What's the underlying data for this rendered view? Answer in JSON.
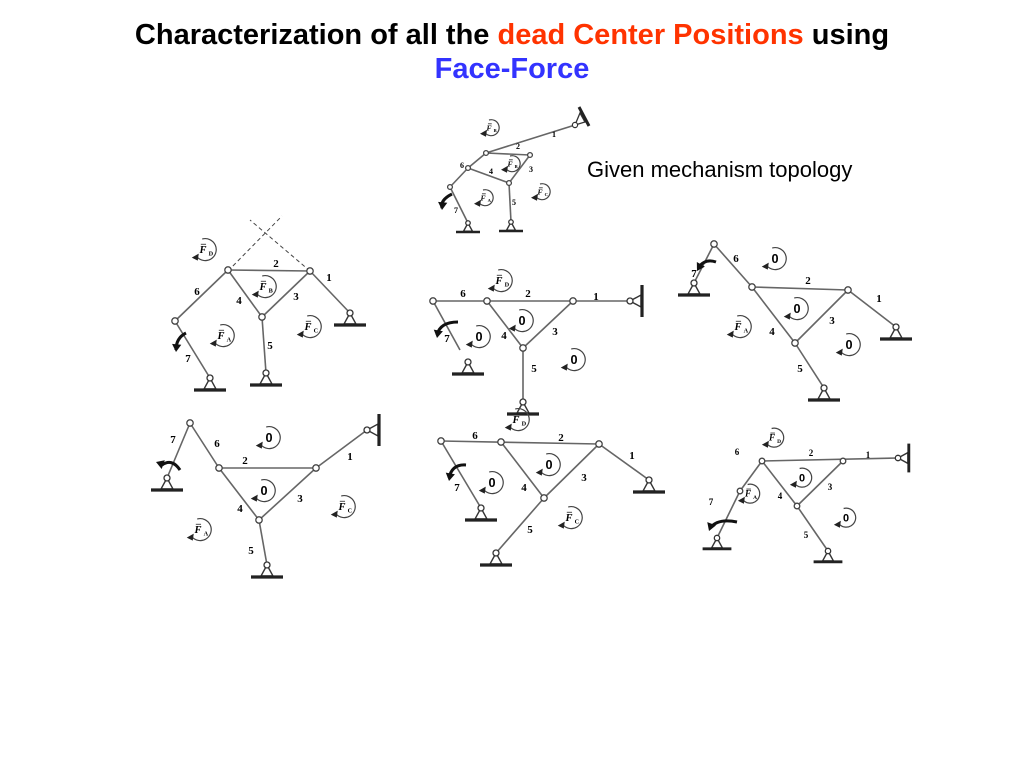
{
  "title": {
    "part1": "Characterization of all the ",
    "part2": "dead Center Positions",
    "part3": " using",
    "part4": "Face-Force"
  },
  "caption": "Given mechanism topology",
  "colors": {
    "accent_red": "#ff3300",
    "accent_blue": "#3333ff",
    "ink": "#000000",
    "link": "#666666"
  },
  "labels": {
    "link1": "1",
    "link2": "2",
    "link3": "3",
    "link4": "4",
    "link5": "5",
    "link6": "6",
    "link7": "7",
    "zero": "0",
    "force_a": "F",
    "sub_a": "A",
    "force_b": "F",
    "sub_b": "B",
    "force_c": "F",
    "sub_c": "C",
    "force_d": "F",
    "sub_d": "D"
  }
}
